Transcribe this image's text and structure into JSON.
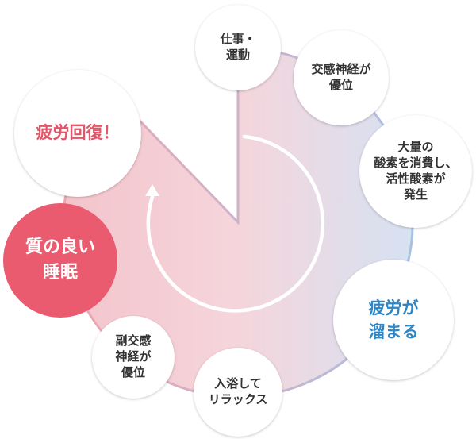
{
  "colors": {
    "pink_fill": "#f4c4cb",
    "blue_fill": "#d6e2f2",
    "pink_ring": "#f0a5b0",
    "blue_ring": "#a9c1e2",
    "accent_pink": "#ea5b6f",
    "accent_blue": "#2f86c5"
  },
  "nodes": [
    {
      "id": "work",
      "label": "仕事・\n運動"
    },
    {
      "id": "sympathetic",
      "label": "交感神経が\n優位"
    },
    {
      "id": "oxygen",
      "label": "大量の\n酸素を消費し、\n活性酸素が\n発生"
    },
    {
      "id": "fatigue",
      "label": "疲労が\n溜まる"
    },
    {
      "id": "bath",
      "label": "入浴して\nリラックス"
    },
    {
      "id": "parasympathetic",
      "label": "副交感\n神経が\n優位"
    },
    {
      "id": "sleep",
      "label": "質の良い\n睡眠"
    },
    {
      "id": "recovery",
      "label": "疲労回復！"
    }
  ],
  "cycle_direction": "clockwise"
}
